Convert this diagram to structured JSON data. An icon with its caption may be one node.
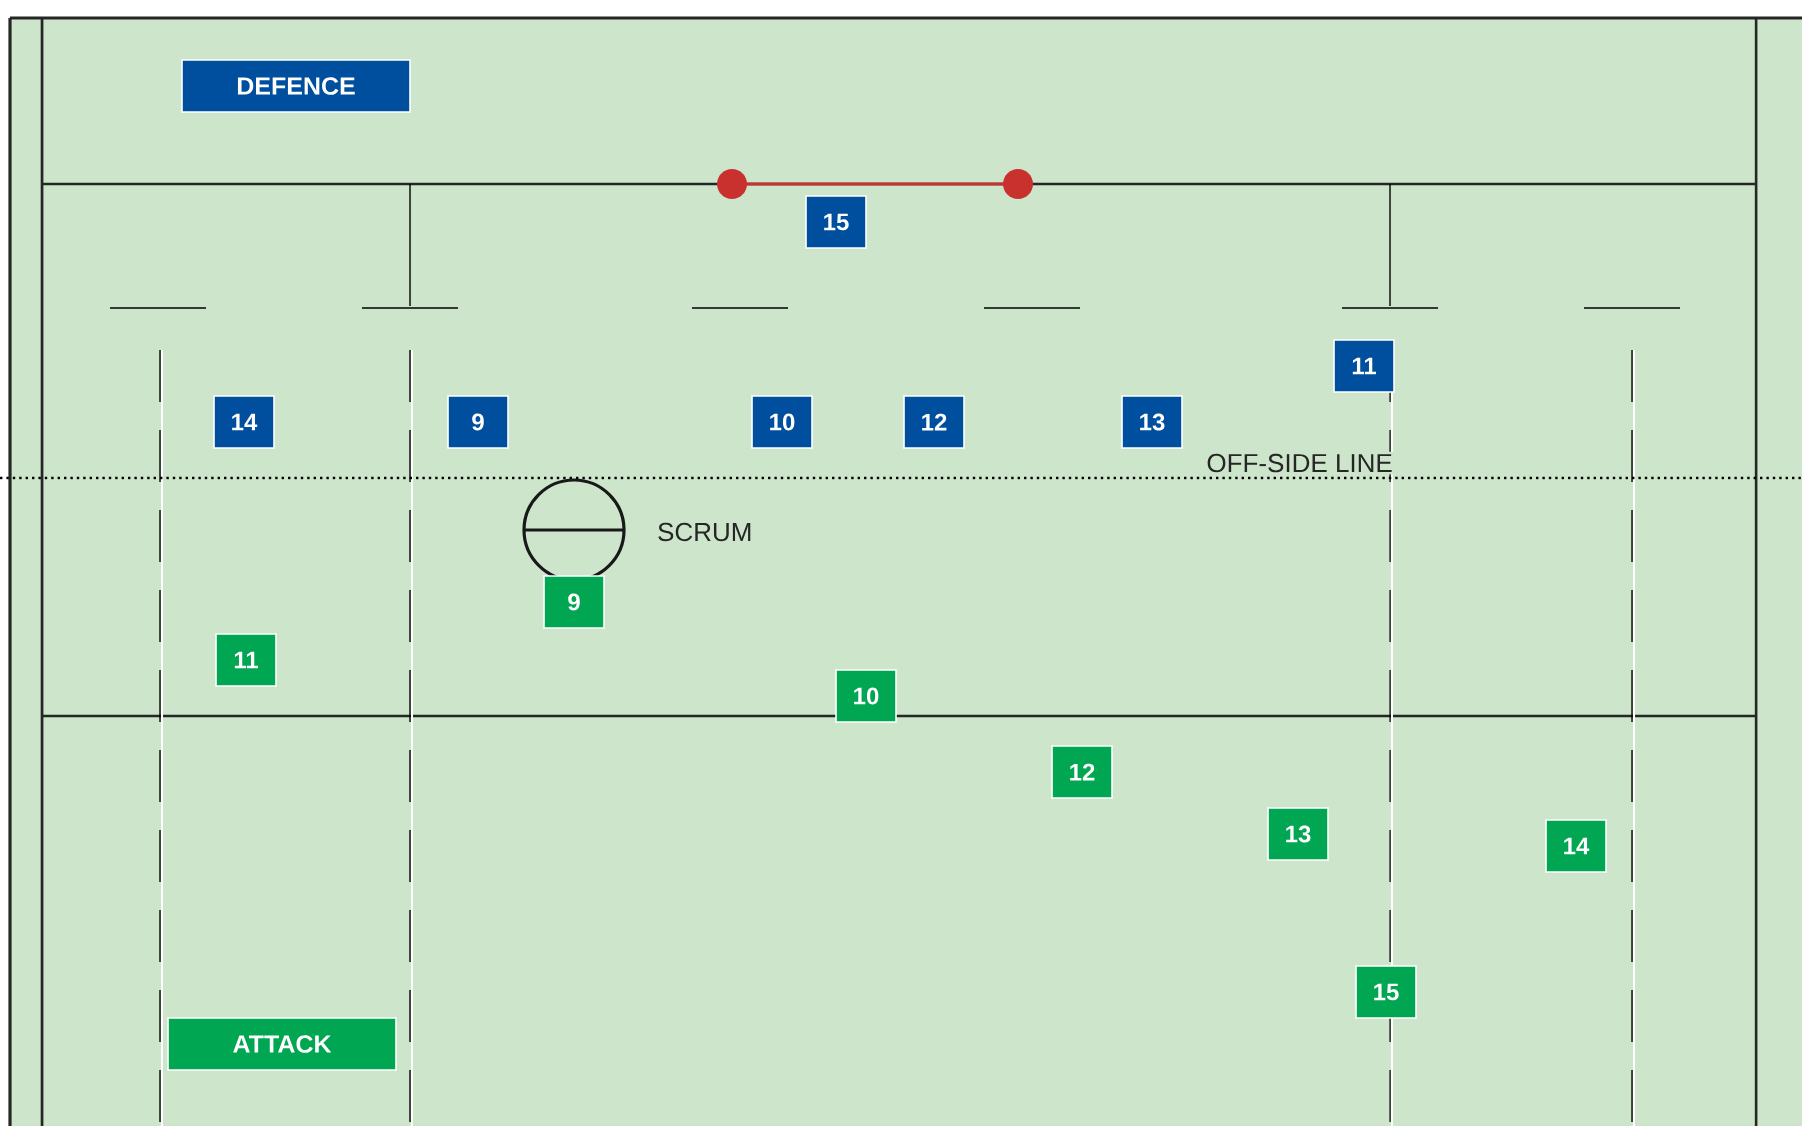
{
  "diagram": {
    "nodes": [
      {
        "text": [
          "DEFENCE"
        ]
      },
      {
        "text": [
          "15"
        ]
      },
      {
        "text": [
          "11"
        ]
      },
      {
        "text": [
          "14"
        ]
      },
      {
        "text": [
          "9"
        ]
      },
      {
        "text": [
          "10"
        ]
      },
      {
        "text": [
          "12"
        ]
      },
      {
        "text": [
          "13"
        ]
      },
      {
        "text": [],
        "shape": "circle",
        "beside": [
          "SCRUM"
        ]
      },
      {
        "text": [
          "9"
        ]
      },
      {
        "text": [
          "11"
        ]
      },
      {
        "text": [
          "10"
        ]
      },
      {
        "text": [
          "12"
        ]
      },
      {
        "text": [
          "13"
        ]
      },
      {
        "text": [
          "14"
        ]
      },
      {
        "text": [
          "15"
        ]
      },
      {
        "text": [
          "ATTACK"
        ]
      }
    ],
    "edges": [],
    "labels": [
      "OFF-SIDE LINE"
    ]
  }
}
